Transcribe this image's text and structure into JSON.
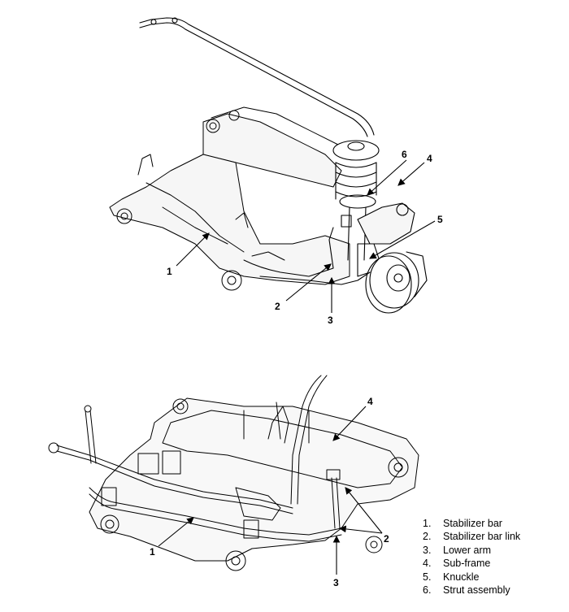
{
  "callouts": {
    "top": [
      "1",
      "2",
      "3",
      "4",
      "5",
      "6"
    ],
    "bottom": [
      "1",
      "2",
      "3",
      "4"
    ]
  },
  "legend": [
    {
      "num": "1.",
      "label": "Stabilizer bar"
    },
    {
      "num": "2.",
      "label": "Stabilizer bar link"
    },
    {
      "num": "3.",
      "label": "Lower arm"
    },
    {
      "num": "4.",
      "label": "Sub-frame"
    },
    {
      "num": "5.",
      "label": "Knuckle"
    },
    {
      "num": "6.",
      "label": "Strut assembly"
    }
  ]
}
